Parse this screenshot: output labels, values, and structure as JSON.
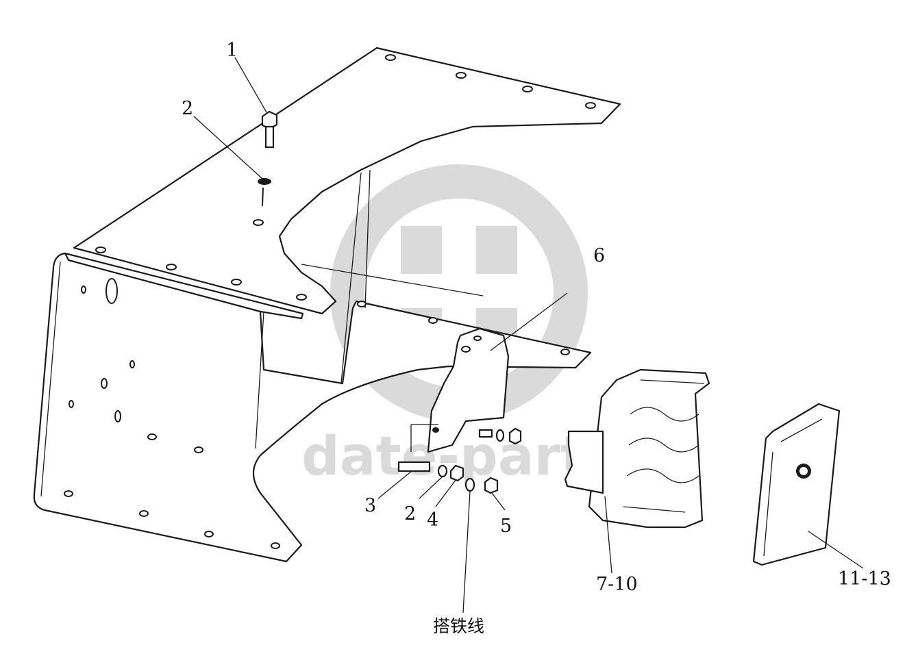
{
  "callouts": {
    "bolt_top": "1",
    "washer_top": "2",
    "bracket": "6",
    "bolt": "3",
    "washer": "2",
    "lock_washer": "4",
    "nut": "5",
    "relay_box": "7-10",
    "cover": "11-13"
  },
  "labels": {
    "ground_wire": "搭铁线"
  },
  "watermark": {
    "text": "date-parts",
    "color": "#d4d4d4"
  }
}
